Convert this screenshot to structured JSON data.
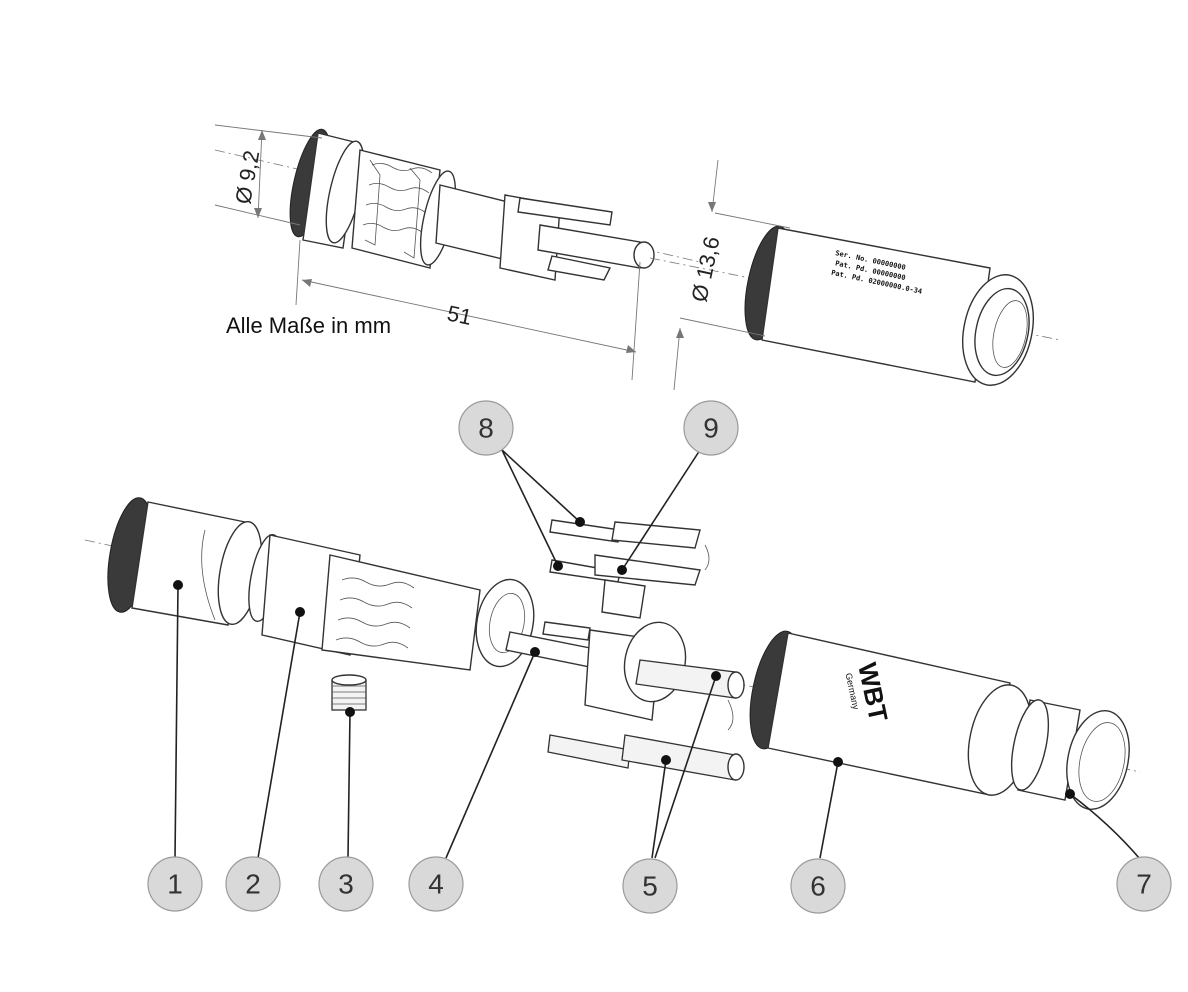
{
  "note": "Alle Maße in mm",
  "dimensions": {
    "diameter_small": "Ø 9,2",
    "length": "51",
    "diameter_large": "Ø 13,6"
  },
  "brand": {
    "logo": "WBT",
    "origin": "Germany"
  },
  "callouts": [
    "1",
    "2",
    "3",
    "4",
    "5",
    "6",
    "7",
    "8",
    "9"
  ]
}
